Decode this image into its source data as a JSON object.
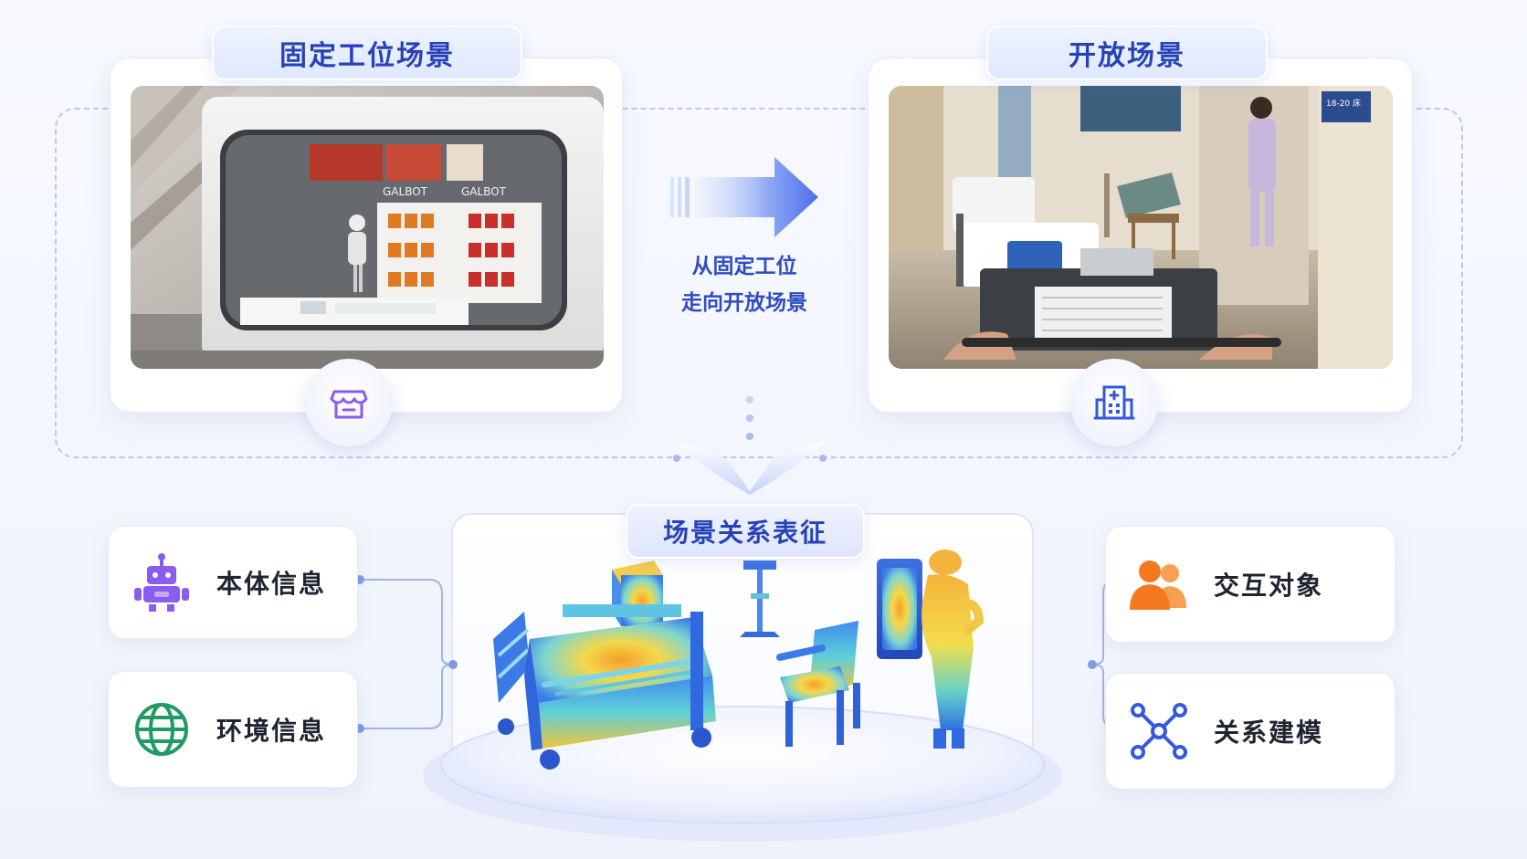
{
  "top_left_card": {
    "label": "固定工位场景",
    "icon": "store-icon"
  },
  "top_right_card": {
    "label": "开放场景",
    "icon": "hospital-icon"
  },
  "transition": {
    "caption_line1": "从固定工位",
    "caption_line2": "走向开放场景"
  },
  "center": {
    "label": "场景关系表征"
  },
  "left_items": [
    {
      "label": "本体信息",
      "icon": "robot-icon",
      "color": "#8a5cf0"
    },
    {
      "label": "环境信息",
      "icon": "globe-icon",
      "color": "#1f9a62"
    }
  ],
  "right_items": [
    {
      "label": "交互对象",
      "icon": "people-icon",
      "color": "#f57a1f"
    },
    {
      "label": "关系建模",
      "icon": "network-icon",
      "color": "#3458e0"
    }
  ],
  "photo_text": {
    "brand_left": "GALBOT",
    "brand_right": "GALBOT",
    "room_sign": "18-20 床"
  },
  "colors": {
    "accent": "#2f4cc4",
    "dash": "#b9c8ec"
  }
}
